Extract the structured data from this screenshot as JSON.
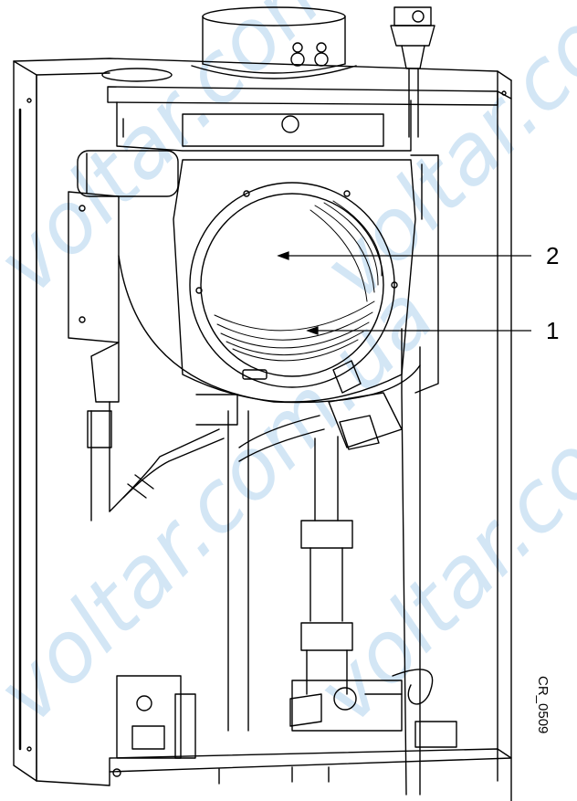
{
  "diagram": {
    "callouts": [
      {
        "number": "2",
        "target": "heat-exchanger-burner-opening"
      },
      {
        "number": "1",
        "target": "heat-exchanger-coil"
      }
    ],
    "figure_code": "CR_0509",
    "watermark": "voltar.com.ua",
    "colors": {
      "line": "#000000",
      "background": "#ffffff",
      "watermark": "#9ec9ea"
    }
  }
}
